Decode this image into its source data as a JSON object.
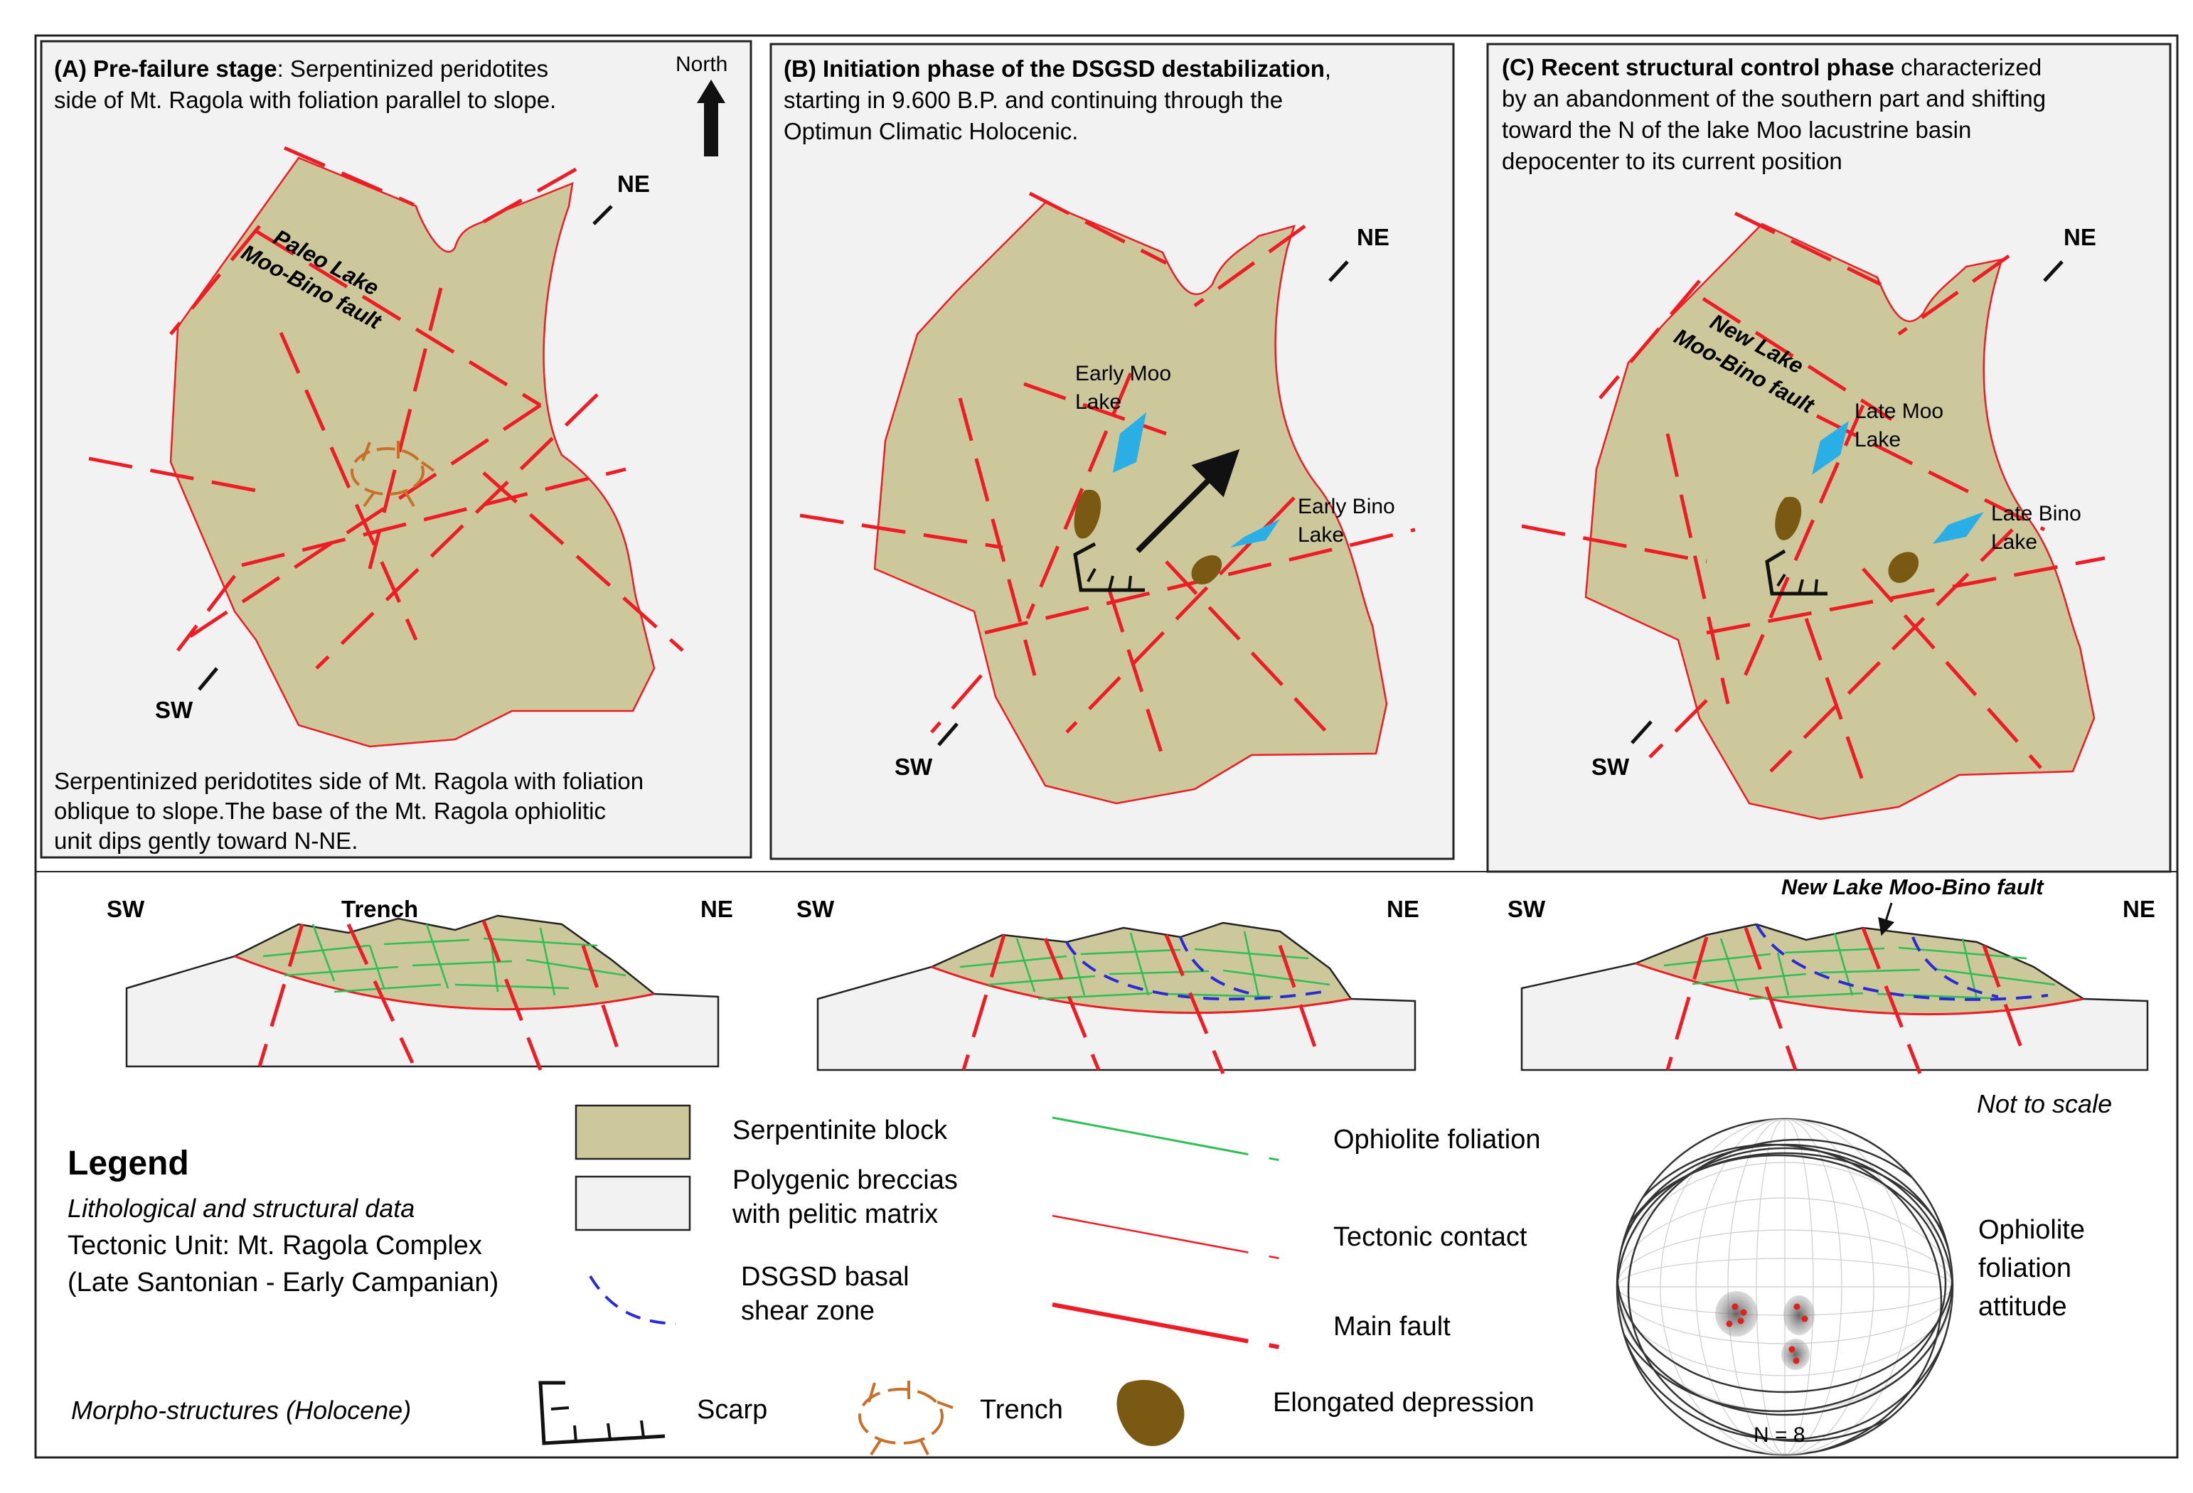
{
  "panels": [
    {
      "id": "A",
      "title_bold": "(A) Pre-failure stage",
      "title_rest": ": Serpentinized peridotites",
      "title_line2": "side of Mt. Ragola with foliation parallel to slope.",
      "north_label": "North",
      "ne_label": "NE",
      "sw_label": "SW",
      "fault_label_1": "Paleo Lake",
      "fault_label_2": "Moo-Bino fault",
      "bottom_text": [
        "Serpentinized peridotites side of Mt. Ragola with foliation",
        "oblique to slope.The base of the Mt. Ragola ophiolitic",
        "unit dips gently toward N-NE."
      ]
    },
    {
      "id": "B",
      "title_bold": "(B) Initiation phase of the DSGSD destabilization",
      "title_rest": ",",
      "title_line2": "starting in 9.600 B.P. and continuing through the",
      "title_line3": "Optimun Climatic Holocenic.",
      "ne_label": "NE",
      "sw_label": "SW",
      "lake1": [
        "Early Moo",
        "Lake"
      ],
      "lake2": [
        "Early Bino",
        "Lake"
      ]
    },
    {
      "id": "C",
      "title_bold": "(C) Recent structural control phase",
      "title_rest": " characterized",
      "title_line2": "by an abandonment of the southern part and shifting",
      "title_line3": "toward the N of the lake Moo lacustrine basin",
      "title_line4": "depocenter to its current position",
      "ne_label": "NE",
      "sw_label": "SW",
      "fault_label_1": "New Lake",
      "fault_label_2": "Moo-Bino fault",
      "lake1": [
        "Late Moo",
        "Lake"
      ],
      "lake2": [
        "Late Bino",
        "Lake"
      ]
    }
  ],
  "sections": [
    {
      "sw": "SW",
      "ne": "NE",
      "annotation": "Trench"
    },
    {
      "sw": "SW",
      "ne": "NE"
    },
    {
      "sw": "SW",
      "ne": "NE",
      "annotation": "New Lake Moo-Bino fault"
    }
  ],
  "not_to_scale": "Not to scale",
  "legend": {
    "title": "Legend",
    "subtitle": "Lithological and structural data",
    "unit_line1": "Tectonic Unit: Mt. Ragola Complex",
    "unit_line2": "(Late Santonian - Early Campanian)",
    "serpentinite": "Serpentinite block",
    "breccias_1": "Polygenic breccias",
    "breccias_2": "with pelitic matrix",
    "shear_1": "DSGSD basal",
    "shear_2": "shear zone",
    "foliation": "Ophiolite foliation",
    "tectonic_contact": "Tectonic contact",
    "main_fault": "Main fault",
    "morpho": "Morpho-structures (Holocene)",
    "scarp": "Scarp",
    "trench": "Trench",
    "depression": "Elongated depression",
    "stereo_1": "Ophiolite",
    "stereo_2": "foliation",
    "stereo_3": "attitude",
    "stereo_n": "N = 8"
  },
  "colors": {
    "serpentinite": "#cdc79c",
    "fault": "#ee1c24",
    "lake": "#29aee6",
    "depression": "#7a5a12",
    "trench": "#c8702a",
    "foliation": "#2fbf55",
    "shear": "#2b2bd6"
  }
}
